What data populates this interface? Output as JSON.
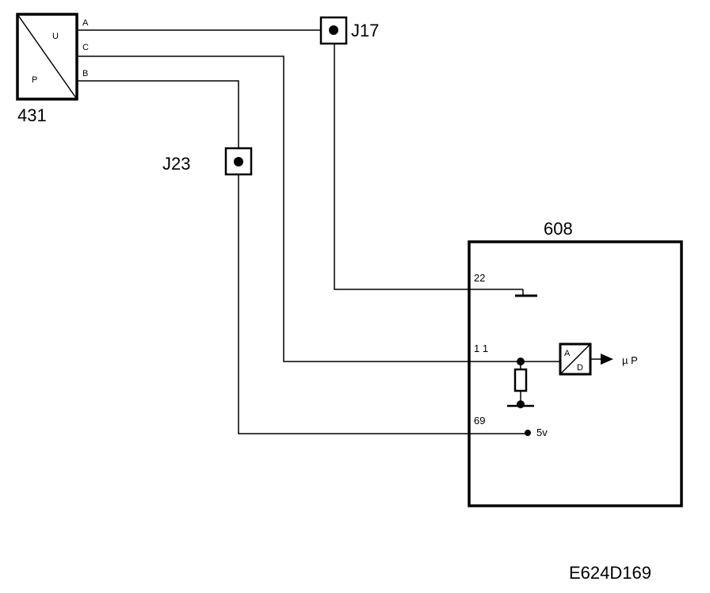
{
  "sensor": {
    "id": "431",
    "upper_symbol": "U",
    "lower_symbol": "P",
    "pins": [
      "A",
      "C",
      "B"
    ]
  },
  "connectors": {
    "j17": "J17",
    "j23": "J23"
  },
  "module": {
    "id": "608",
    "pins": [
      "22",
      "1 1",
      "69"
    ],
    "adc_top": "A",
    "adc_bottom": "D",
    "output_label": "µ P",
    "supply_label": "5v"
  },
  "reference": "E624D169"
}
